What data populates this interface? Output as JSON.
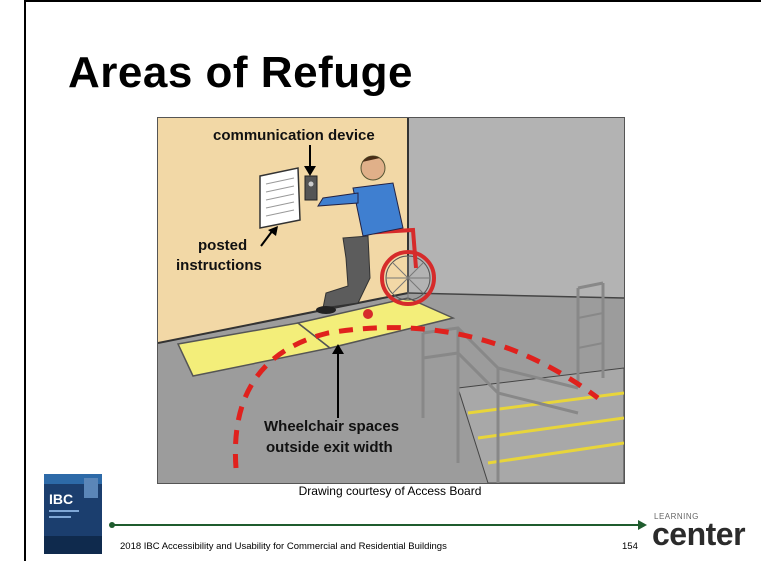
{
  "slide": {
    "title": "Areas of Refuge",
    "caption": "Drawing courtesy of Access Board",
    "footer": "2018 IBC Accessibility and Usability for Commercial and Residential Buildings",
    "page_number": "154"
  },
  "drawing": {
    "label_communication": "communication device",
    "label_posted_line1": "posted",
    "label_posted_line2": "instructions",
    "label_wheelchair_line1": "Wheelchair spaces",
    "label_wheelchair_line2": "outside exit width"
  },
  "book": {
    "label": "IBC"
  },
  "logo": {
    "small": "LEARNING",
    "big": "center"
  },
  "colors": {
    "wall": "#f2d8a6",
    "floor": "#9e9e9e",
    "side_wall": "#b0b0b0",
    "pad": "#f3ee7a",
    "dashed_arc": "#e0211d",
    "divider": "#1f5c2e",
    "shirt": "#3f7fd0",
    "wheel": "#d62b2b"
  }
}
